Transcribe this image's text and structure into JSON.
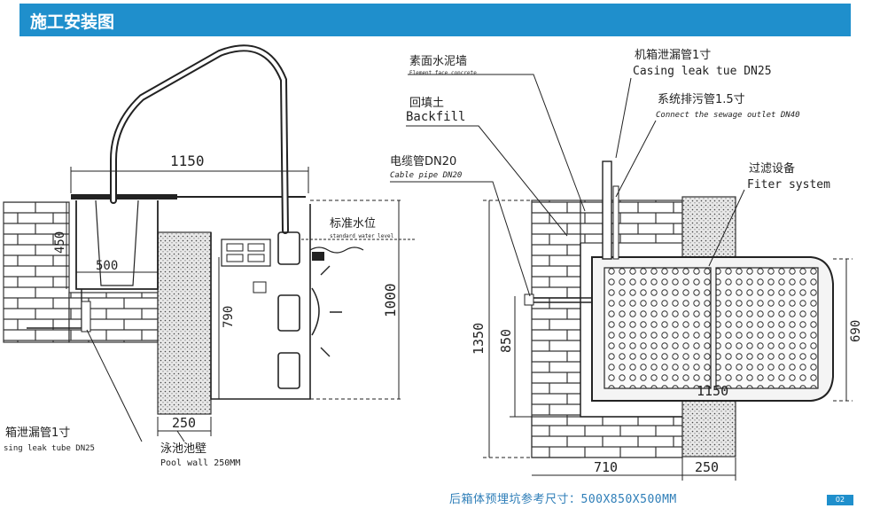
{
  "header": {
    "title": "施工安装图"
  },
  "left_view": {
    "dims": {
      "width_total": "1150",
      "box_height": "450",
      "box_width": "500",
      "wall_depth": "790",
      "total_height": "1000",
      "wall_thickness": "250"
    },
    "labels": {
      "water_level_cn": "标准水位",
      "water_level_en": "standard water level",
      "leak_pipe_cn": "箱泄漏管1寸",
      "leak_pipe_en": "sing leak tube DN25",
      "pool_wall_cn": "泳池池壁",
      "pool_wall_en": "Pool wall 250MM"
    }
  },
  "right_view": {
    "dims": {
      "total_height": "1350",
      "pit_height": "850",
      "unit_height": "690",
      "unit_width": "1150",
      "pit_width": "710",
      "wall_thickness": "250"
    },
    "labels": {
      "facing_cn": "素面水泥墙",
      "facing_en": "Element face concrete",
      "backfill_cn": "回填土",
      "backfill_en": "Backfill",
      "cable_cn": "电缆管DN20",
      "cable_en": "Cable pipe DN20",
      "leak_cn": "机箱泄漏管1寸",
      "leak_en": "Casing leak tue DN25",
      "sewage_cn": "系统排污管1.5寸",
      "sewage_en": "Connect the sewage outlet DN40",
      "filter_cn": "过滤设备",
      "filter_en": "Fiter system"
    }
  },
  "footer": {
    "note": "后箱体预埋坑参考尺寸：500X850X500MM",
    "page": "02"
  },
  "colors": {
    "header": "#1f8fcc",
    "footer_text": "#2e7eb8",
    "line": "#222222"
  }
}
